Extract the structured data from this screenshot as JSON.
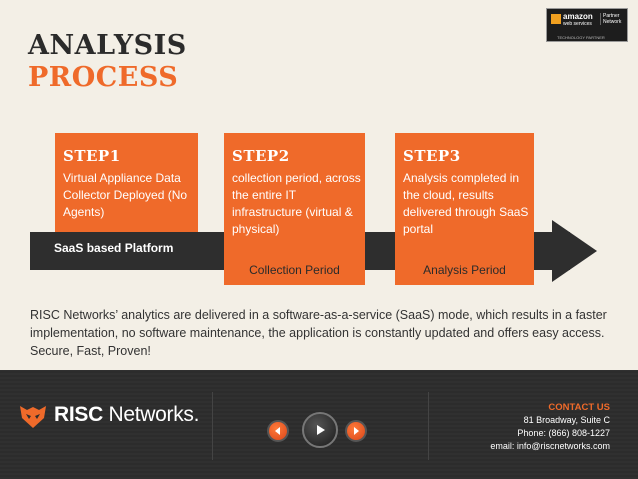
{
  "title": {
    "line1": "ANALYSIS",
    "line2": "PROCESS"
  },
  "badge": {
    "brand": "amazon",
    "sub": "web services",
    "partner_line1": "Partner",
    "partner_line2": "Network",
    "tagline": "TECHNOLOGY PARTNER"
  },
  "platform_label": "SaaS based Platform",
  "steps": [
    {
      "title": "STEP1",
      "body": "Virtual Appliance Data Collector Deployed (No Agents)",
      "period": ""
    },
    {
      "title": "STEP2",
      "body": "collection period, across the entire IT infrastructure (virtual & physical)",
      "period": "Collection Period"
    },
    {
      "title": "STEP3",
      "body": "Analysis completed in the cloud, results delivered through SaaS portal",
      "period": "Analysis Period"
    }
  ],
  "description": "RISC Networks’ analytics are delivered in a software-as-a-service (SaaS) mode, which results in a faster implementation, no software maintenance, the application is constantly updated and offers easy access. Secure, Fast, Proven!",
  "footer": {
    "logo_bold": "RISC",
    "logo_rest": " Networks.",
    "contact": {
      "heading": "CONTACT US",
      "address": "81 Broadway, Suite C",
      "phone": "Phone: (866) 808-1227",
      "email": "email: info@riscnetworks.com"
    }
  },
  "colors": {
    "accent": "#ef6a2a",
    "dark": "#2e2e2e",
    "background": "#f3efe6"
  }
}
